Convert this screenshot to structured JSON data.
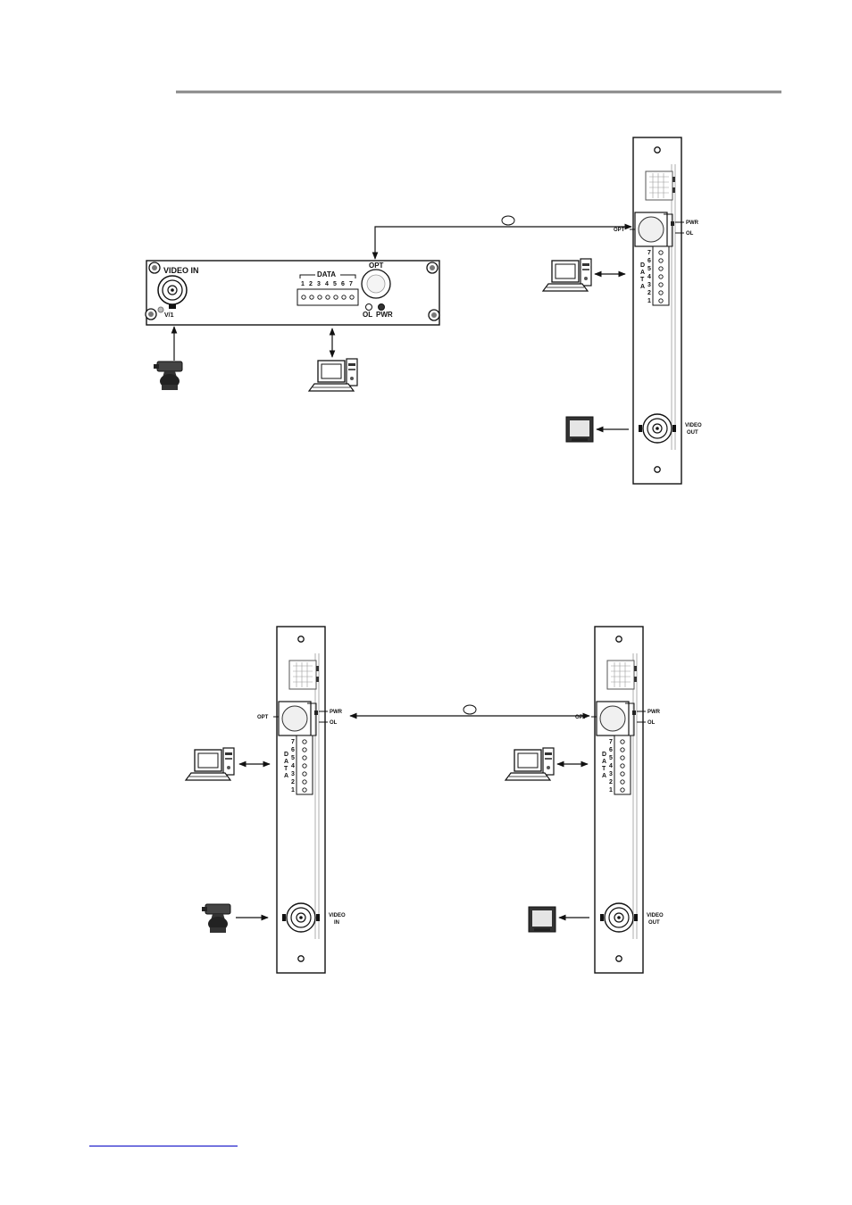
{
  "standalone_unit": {
    "video_in_label": "VIDEO IN",
    "data_label": "DATA",
    "data_numbers": [
      "1",
      "2",
      "3",
      "4",
      "5",
      "6",
      "7"
    ],
    "opt_label": "OPT",
    "ol_label": "OL",
    "pwr_label": "PWR",
    "v1_label": "V/1"
  },
  "rack_card_top": {
    "opt_label": "OPT",
    "pwr_label": "PWR",
    "ol_label": "OL",
    "data_vertical_letters": [
      "D",
      "A",
      "T",
      "A"
    ],
    "data_numbers": [
      "7",
      "6",
      "5",
      "4",
      "3",
      "2",
      "1"
    ],
    "video_out_line1": "VIDEO",
    "video_out_line2": "OUT"
  },
  "rack_card_left": {
    "opt_label": "OPT",
    "pwr_label": "PWR",
    "ol_label": "OL",
    "data_vertical_letters": [
      "D",
      "A",
      "T",
      "A"
    ],
    "data_numbers": [
      "7",
      "6",
      "5",
      "4",
      "3",
      "2",
      "1"
    ],
    "video_in_line1": "VIDEO",
    "video_in_line2": "IN"
  },
  "rack_card_right": {
    "opt_label": "OPT",
    "pwr_label": "PWR",
    "ol_label": "OL",
    "data_vertical_letters": [
      "D",
      "A",
      "T",
      "A"
    ],
    "data_numbers": [
      "7",
      "6",
      "5",
      "4",
      "3",
      "2",
      "1"
    ],
    "video_out_line1": "VIDEO",
    "video_out_line2": "OUT"
  },
  "colors": {
    "header_rule": "#888888",
    "footer_link": "#2222cc",
    "line": "#111111"
  },
  "icons": [
    "camera-icon",
    "computer-icon",
    "monitor-icon",
    "bnc-connector-icon",
    "optical-connector-icon"
  ]
}
